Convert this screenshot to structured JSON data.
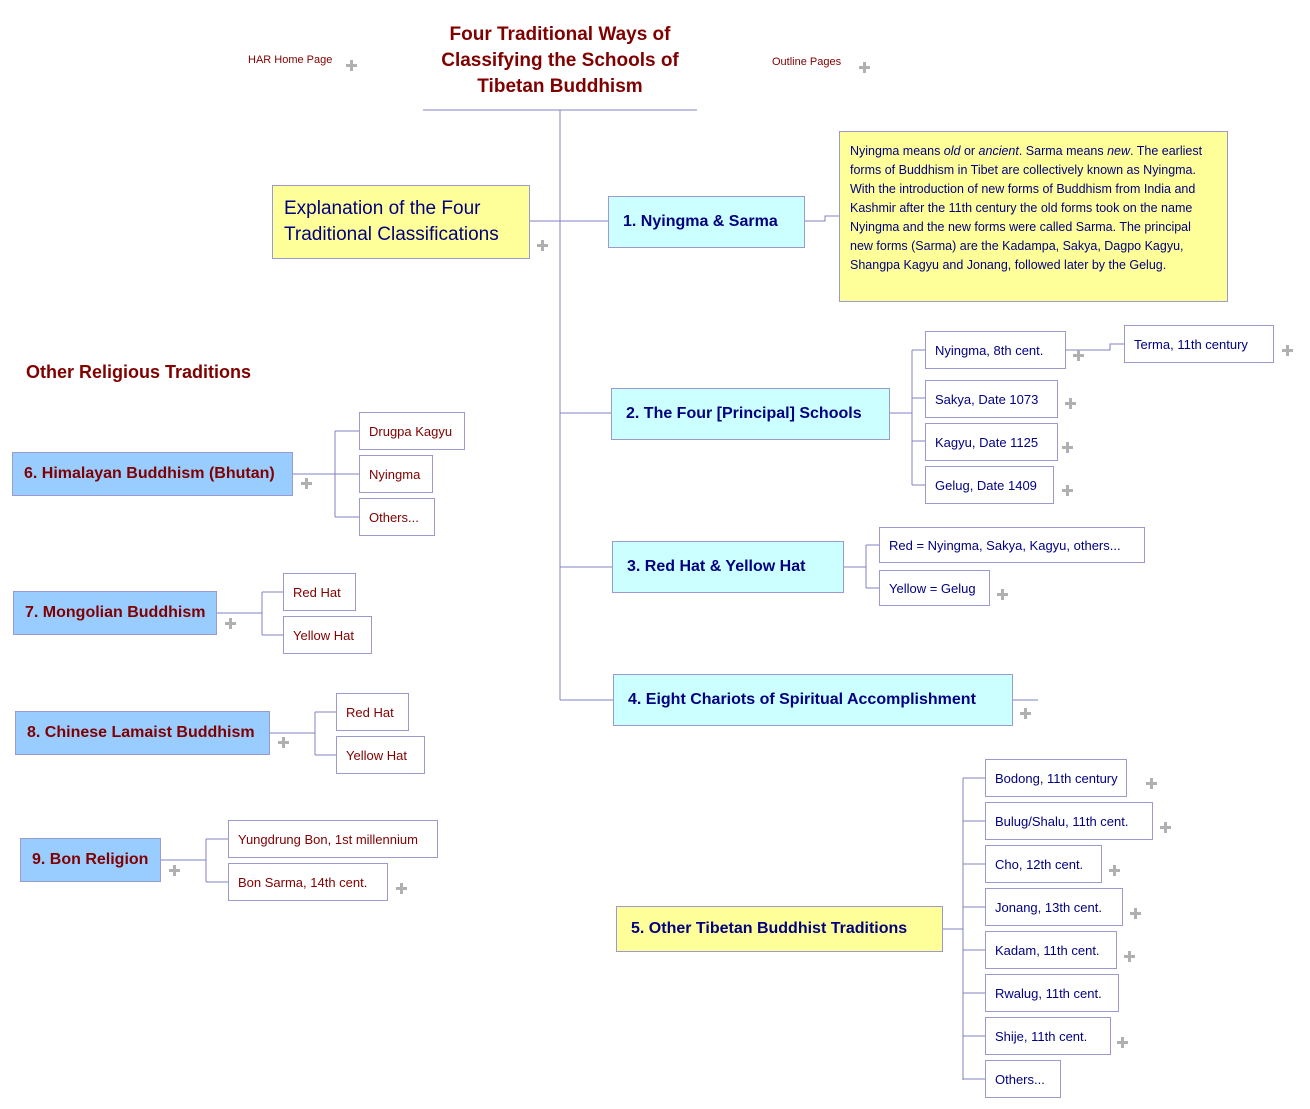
{
  "title": "Four Traditional Ways of Classifying the Schools of Tibetan Buddhism",
  "links": {
    "home": "HAR Home Page",
    "outline": "Outline Pages"
  },
  "explanation": "Explanation of the Four Traditional Classifications",
  "note": {
    "p1": "Nyingma means ",
    "i1": "old",
    "p2": " or ",
    "i2": "ancient",
    "p3": ". Sarma means ",
    "i3": "new",
    "p4": ". The earliest forms of Buddhism in Tibet are collectively known as Nyingma. With the introduction of new forms of Buddhism from India and Kashmir after the 11th century the old forms took on the name Nyingma and the new forms were called Sarma. The principal new forms (Sarma) are the Kadampa, Sakya, Dagpo Kagyu, Shangpa Kagyu and Jonang, followed later by the Gelug."
  },
  "branches": [
    {
      "label": "1. Nyingma & Sarma"
    },
    {
      "label": "2. The Four [Principal] Schools",
      "children": [
        "Nyingma, 8th cent.",
        "Sakya, Date 1073",
        "Kagyu, Date 1125",
        "Gelug, Date 1409"
      ],
      "sub": "Terma, 11th century"
    },
    {
      "label": "3. Red Hat & Yellow Hat",
      "children": [
        "Red = Nyingma, Sakya, Kagyu, others...",
        "Yellow = Gelug"
      ]
    },
    {
      "label": "4. Eight Chariots of Spiritual Accomplishment"
    },
    {
      "label": "5. Other Tibetan Buddhist Traditions",
      "children": [
        "Bodong, 11th century",
        "Bulug/Shalu, 11th cent.",
        "Cho, 12th cent.",
        "Jonang, 13th cent.",
        "Kadam, 11th cent.",
        "Rwalug, 11th cent.",
        "Shije, 11th cent.",
        "Others..."
      ]
    }
  ],
  "other": {
    "heading": "Other Religious Traditions",
    "items": [
      {
        "label": "6. Himalayan Buddhism (Bhutan)",
        "children": [
          "Drugpa Kagyu",
          "Nyingma",
          "Others..."
        ]
      },
      {
        "label": "7. Mongolian Buddhism",
        "children": [
          "Red Hat",
          "Yellow Hat"
        ]
      },
      {
        "label": "8. Chinese Lamaist Buddhism",
        "children": [
          "Red Hat",
          "Yellow Hat"
        ]
      },
      {
        "label": "9. Bon Religion",
        "children": [
          "Yungdrung Bon, 1st millennium",
          "Bon Sarma, 14th cent."
        ]
      }
    ]
  },
  "colors": {
    "title": "#800000",
    "node_text": "#000080",
    "cyan": "#ccffff",
    "yellow": "#ffff99",
    "blue": "#99ccff",
    "line": "#8080c0"
  }
}
